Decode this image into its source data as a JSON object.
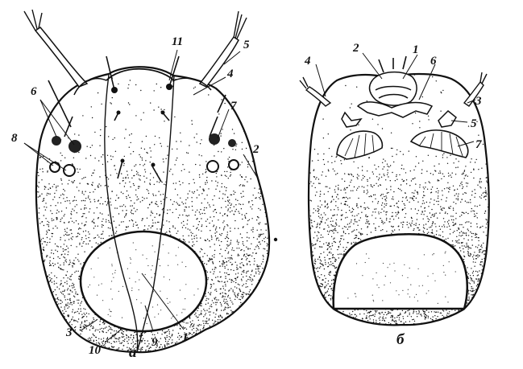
{
  "figure": {
    "panels": [
      {
        "caption": "а",
        "labels": [
          "11",
          "5",
          "4",
          "6",
          "7",
          "8",
          "2",
          "3",
          "10",
          "9",
          "1"
        ]
      },
      {
        "caption": "б",
        "labels": [
          "4",
          "2",
          "1",
          "6",
          "3",
          "5",
          "7"
        ]
      }
    ]
  },
  "colors": {
    "ink": "#111111",
    "paper": "#ffffff"
  }
}
